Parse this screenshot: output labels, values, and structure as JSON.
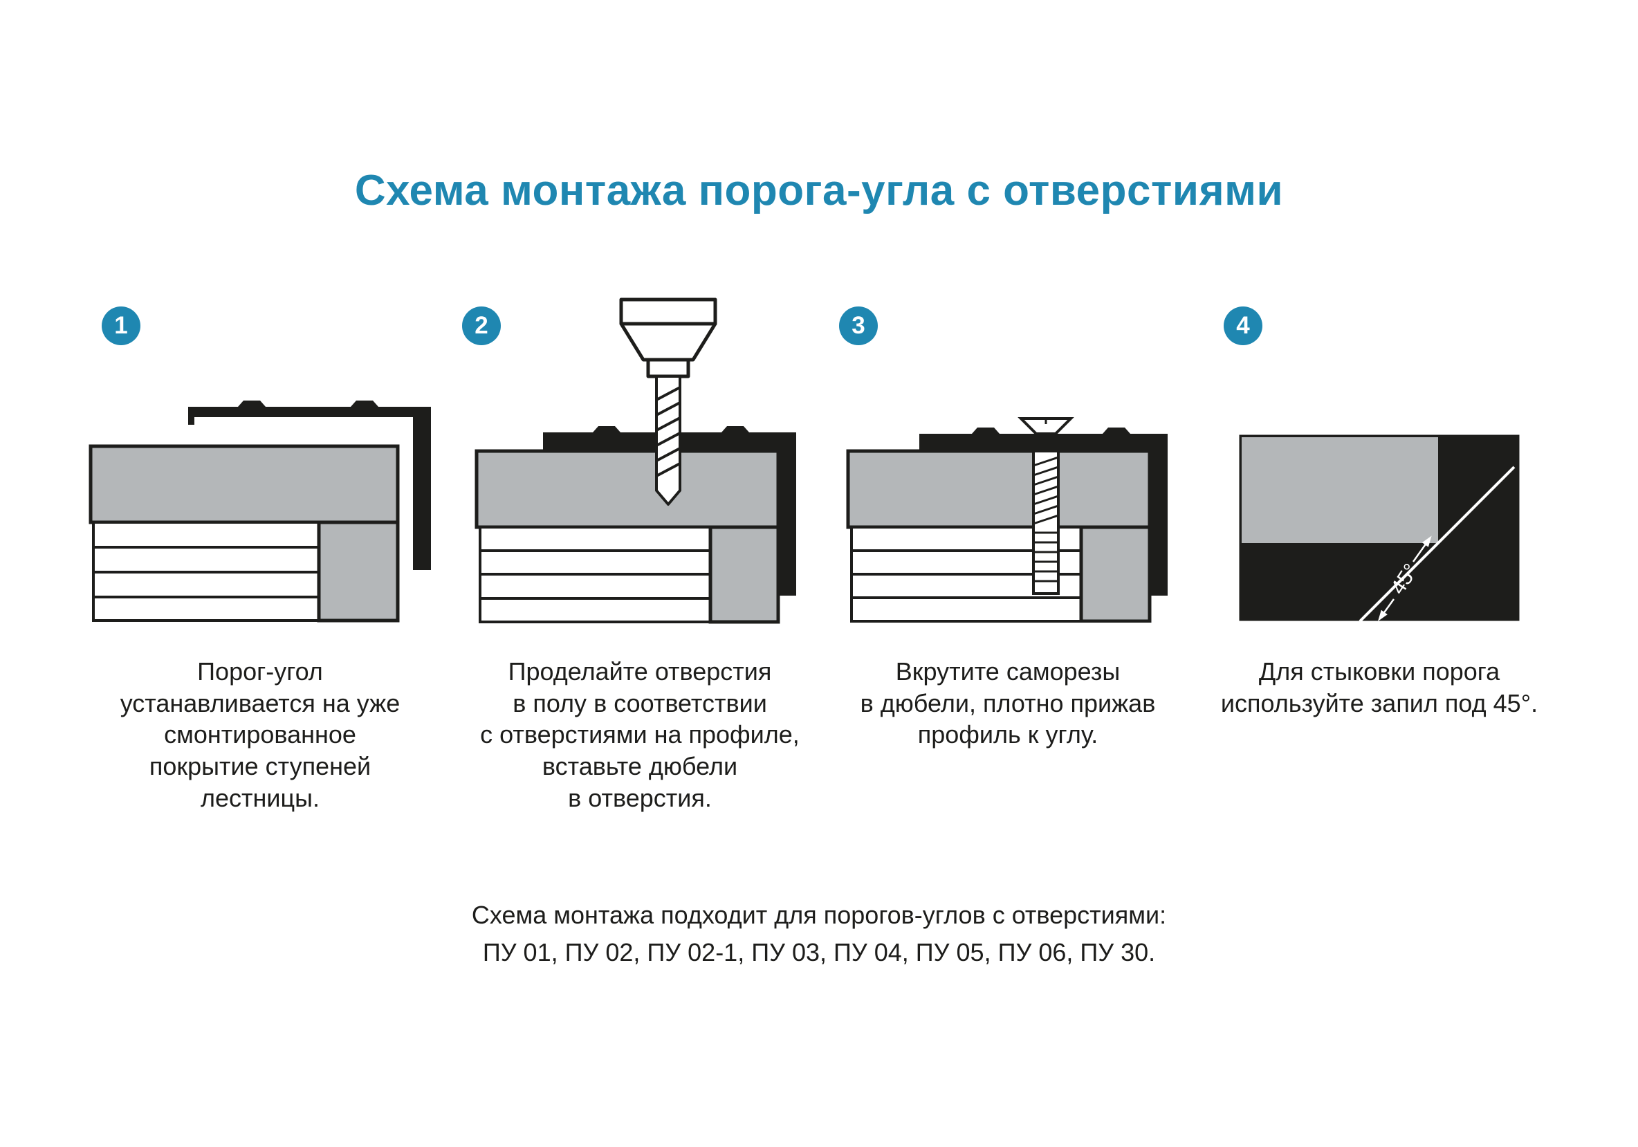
{
  "page": {
    "title": "Схема монтажа порога-угла с отверстиями",
    "accent_color": "#1f87b1",
    "ink_color": "#1d1d1b",
    "gray_color": "#b4b7b9"
  },
  "steps": [
    {
      "number": "1",
      "illustration": "corner-profile-placed-on-stair-step",
      "caption_lines": [
        "Порог-угол",
        "устанавливается на уже",
        "смонтированное",
        "покрытие ступеней",
        "лестницы."
      ]
    },
    {
      "number": "2",
      "illustration": "drill-making-holes-through-profile",
      "caption_lines": [
        "Проделайте отверстия",
        "в полу в соответствии",
        "с отверстиями на профиле,",
        "вставьте дюбели",
        "в отверстия."
      ]
    },
    {
      "number": "3",
      "illustration": "screw-driven-into-dowel",
      "caption_lines": [
        "Вкрутите саморезы",
        "в дюбели, плотно прижав",
        "профиль к углу."
      ]
    },
    {
      "number": "4",
      "illustration": "miter-joint-top-view",
      "angle_label": "45°",
      "caption_lines": [
        "Для стыковки порога",
        "используйте запил под 45°."
      ]
    }
  ],
  "footer_lines": [
    "Схема монтажа подходит для порогов-углов с отверстиями:",
    "ПУ 01, ПУ 02, ПУ 02-1, ПУ 03, ПУ 04, ПУ 05, ПУ 06, ПУ 30."
  ]
}
